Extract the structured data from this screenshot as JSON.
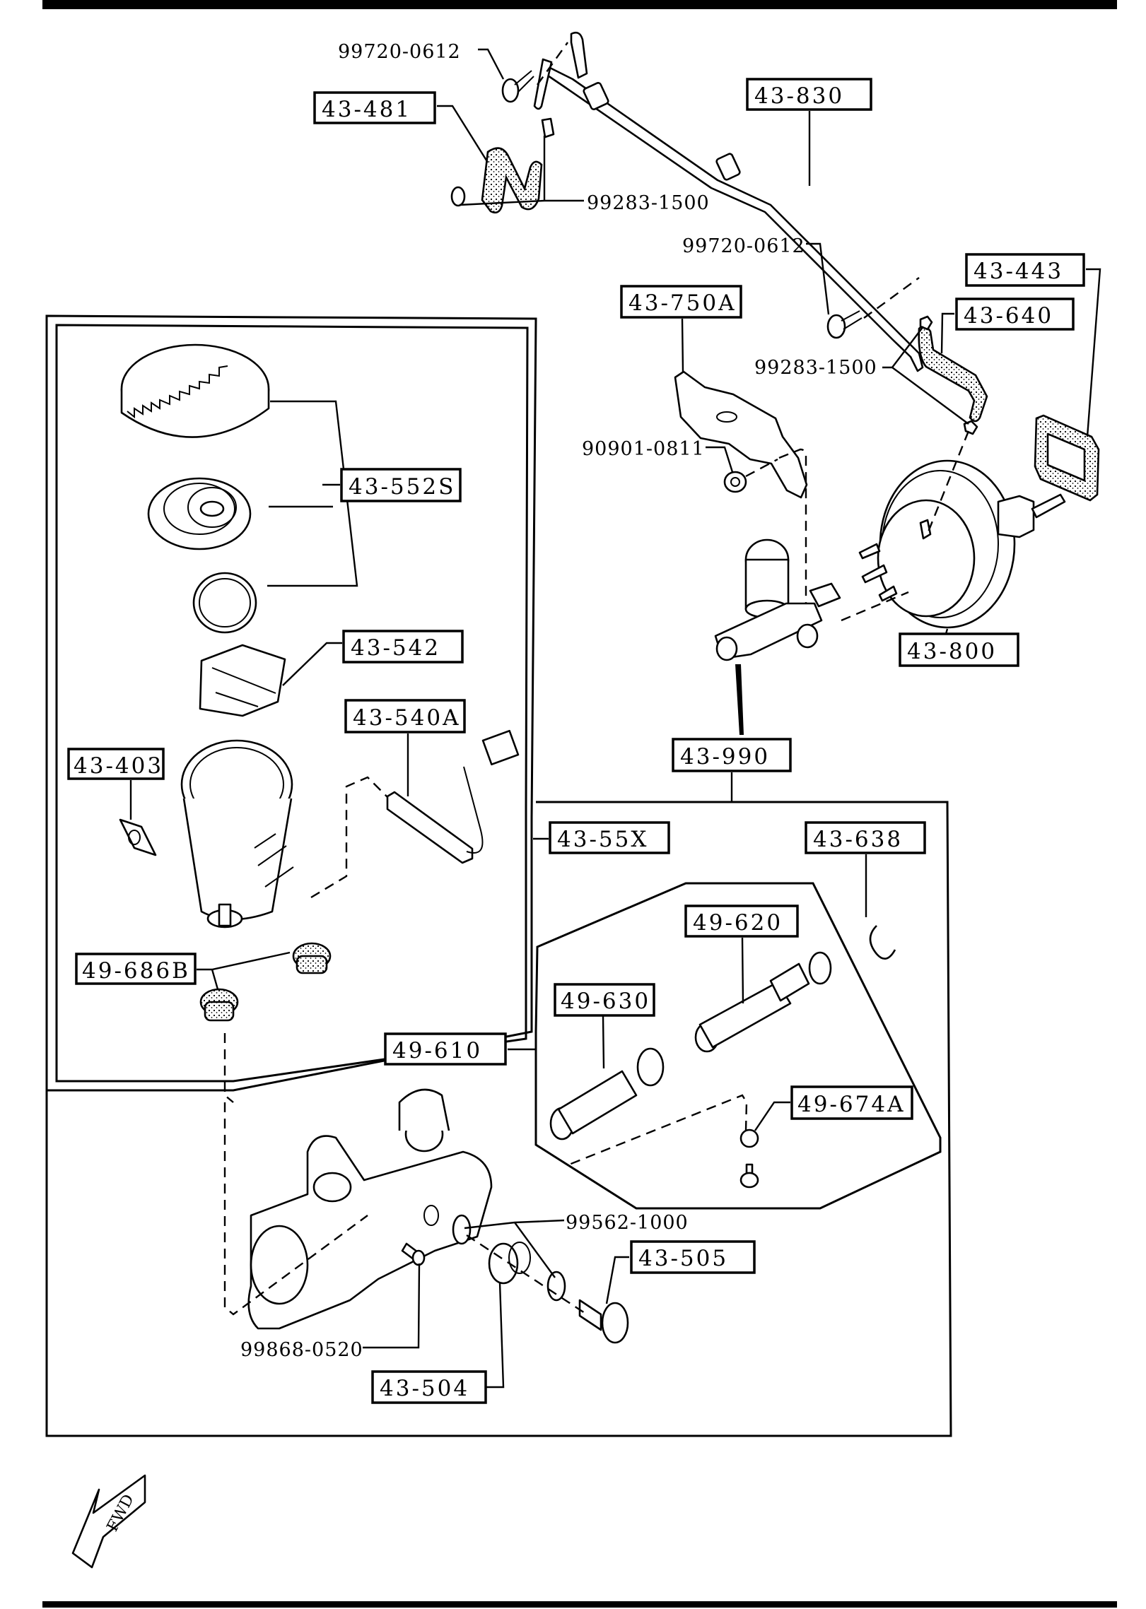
{
  "document": {
    "type": "parts-exploded-diagram",
    "direction_indicator": "FWD"
  },
  "callouts_boxed": {
    "p43_481": "43-481",
    "p43_830": "43-830",
    "p43_443": "43-443",
    "p43_640": "43-640",
    "p43_750A": "43-750A",
    "p43_552S": "43-552S",
    "p43_542": "43-542",
    "p43_540A": "43-540A",
    "p43_403": "43-403",
    "p43_800": "43-800",
    "p43_990": "43-990",
    "p43_55X": "43-55X",
    "p43_638": "43-638",
    "p49_620": "49-620",
    "p49_686B": "49-686B",
    "p49_630": "49-630",
    "p49_610": "49-610",
    "p49_674A": "49-674A",
    "p43_505": "43-505",
    "p43_504": "43-504"
  },
  "callouts_plain": {
    "bolt_upper": "99720-0612",
    "clip_upper": "99283-1500",
    "bolt_lower": "99720-0612",
    "clip_lower": "99283-1500",
    "nut": "90901-0811",
    "washer": "99562-1000",
    "screw": "99868-0520"
  }
}
